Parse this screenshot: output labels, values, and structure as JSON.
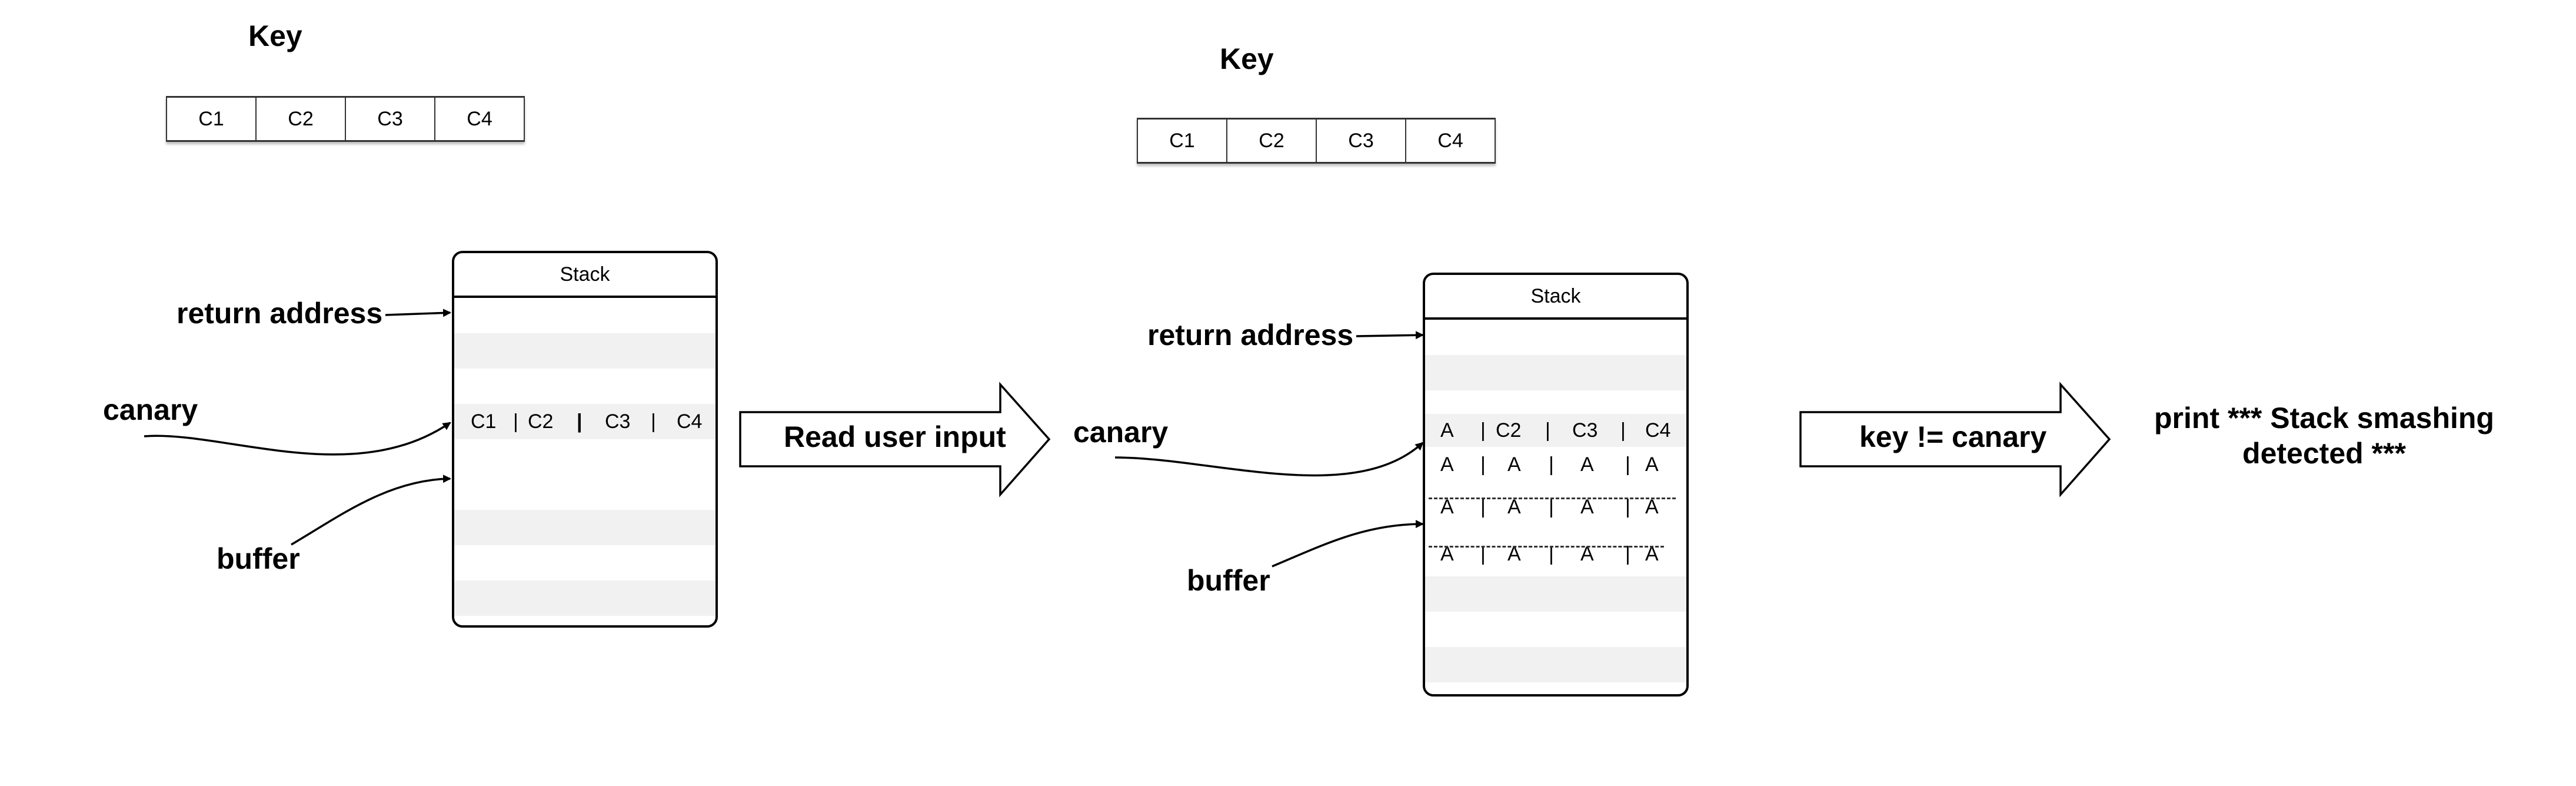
{
  "key_left": {
    "title": "Key",
    "cells": [
      "C1",
      "C2",
      "C3",
      "C4"
    ]
  },
  "key_right": {
    "title": "Key",
    "cells": [
      "C1",
      "C2",
      "C3",
      "C4"
    ]
  },
  "stack_left": {
    "header": "Stack",
    "canary_row": [
      "C1",
      "|",
      "C2",
      "|",
      "C3",
      "|",
      "C4"
    ],
    "labels": {
      "return_address": "return address",
      "canary": "canary",
      "buffer": "buffer"
    }
  },
  "stack_right": {
    "header": "Stack",
    "row1": [
      "A",
      "|",
      "C2",
      "|",
      "C3",
      "|",
      "C4"
    ],
    "row2": [
      "A",
      "|",
      "A",
      "|",
      "A",
      "|",
      "A"
    ],
    "row3": [
      "A",
      "|",
      "A",
      "|",
      "A",
      "|",
      "A"
    ],
    "row4": [
      "A",
      "|",
      "A",
      "|",
      "A",
      "|",
      "A"
    ],
    "labels": {
      "return_address": "return address",
      "canary": "canary",
      "buffer": "buffer"
    }
  },
  "arrows": {
    "step1": "Read user input",
    "step2": "key != canary"
  },
  "result": {
    "line1": "print *** Stack smashing",
    "line2": "detected ***"
  }
}
